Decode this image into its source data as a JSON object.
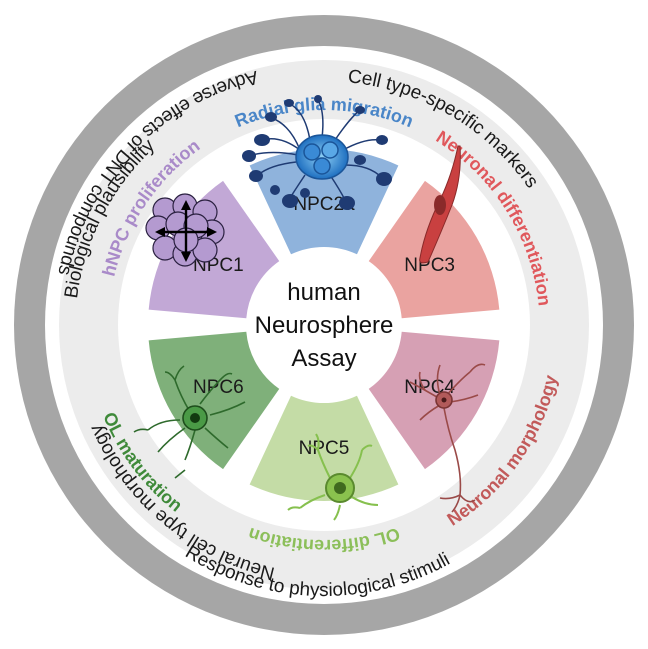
{
  "center": {
    "lines": [
      "human",
      "Neurosphere",
      "Assay"
    ]
  },
  "outer_ring": [
    {
      "id": "bio",
      "text": "Biological plausibility"
    },
    {
      "id": "cell",
      "text": "Cell type-specific markers"
    },
    {
      "id": "adverse",
      "text": "Adverse effects of DNT compounds"
    },
    {
      "id": "response",
      "text": "Response to physiological stimuli"
    },
    {
      "id": "neural",
      "text": "Neural cell type morphology"
    }
  ],
  "assays": [
    {
      "id": "radial",
      "text": "Radial glia migration",
      "color": "#4a86c8"
    },
    {
      "id": "neuronal-diff",
      "text": "Neuronal differentiation",
      "color": "#e0585c"
    },
    {
      "id": "neuronal-morph",
      "text": "Neuronal morphology",
      "color": "#c25a5a"
    },
    {
      "id": "ol-diff",
      "text": "OL differentiation",
      "color": "#8cbf5a"
    },
    {
      "id": "ol-mat",
      "text": "OL maturation",
      "color": "#3f8a3a"
    },
    {
      "id": "hnpc",
      "text": "hNPC proliferation",
      "color": "#a98ac9"
    }
  ],
  "segments": [
    {
      "id": "npc2a",
      "label": "NPC2a",
      "color": "#8fb3dc"
    },
    {
      "id": "npc3",
      "label": "NPC3",
      "color": "#eaa3a0"
    },
    {
      "id": "npc4",
      "label": "NPC4",
      "color": "#d6a0b4"
    },
    {
      "id": "npc5",
      "label": "NPC5",
      "color": "#c4dca6"
    },
    {
      "id": "npc6",
      "label": "NPC6",
      "color": "#7fb07a"
    },
    {
      "id": "npc1",
      "label": "NPC1",
      "color": "#c2a8d6"
    }
  ],
  "colors": {
    "outer_ring": "#a6a6a6",
    "inner_band": "#ececec",
    "cell_blue": "#1f3b73",
    "cell_red": "#c94040",
    "cell_green": "#3e8a3c",
    "cell_lightgreen": "#86c04e",
    "cell_brown": "#9a4a48"
  }
}
